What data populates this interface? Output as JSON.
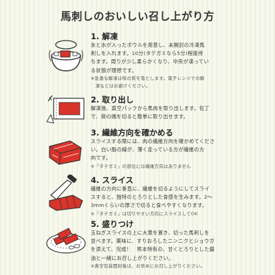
{
  "title": "馬刺しのおいしい召し上がり方",
  "colors": {
    "accent": "#d9342b",
    "ink": "#333333",
    "background": "#f7f7ec"
  },
  "steps": [
    {
      "title": "1. 解凍",
      "icon": "bowl-thaw-icon",
      "lines": [
        "氷と水が入ったボウルを用意し、未開封の冷凍馬",
        "刺しを入れます。10分(タテガミなら5分)程度待",
        "ちます。周りが少し柔らかくなり、中央が凍ってい",
        "る状態が理想です。"
      ],
      "notes": [
        "※急激な解凍は味の質を落とします。電子レンジでの解",
        "　凍などはお避けください。"
      ]
    },
    {
      "title": "2. 取り出し",
      "icon": "open-package-icon",
      "lines": [
        "解凍後、真空パックから馬肉を取り出します。包丁",
        "で、袋の端を切ると簡単に取り出せます。"
      ],
      "notes": []
    },
    {
      "title": "3. 繊維方向を確かめる",
      "icon": "meat-block-icon",
      "lines": [
        "スライスする際には、肉の繊維方向を確かめてくださ",
        "い。白い脂の線が、薄く走っている方が繊維の方",
        "向です。"
      ],
      "notes": [
        "※「タテガミ」の部位には繊維方向はありません"
      ]
    },
    {
      "title": "4. スライス",
      "icon": "knife-slice-icon",
      "lines": [
        "繊維の方向に垂直に、繊維を切るようにしてスライ",
        "スすると、独特のとろりとした食感を生みます。2～",
        "3mmくらいの厚さで切ると食べやすくなります。"
      ],
      "notes": [
        "※「タテガミ」は切りやすい方向にスライスしてOK"
      ]
    },
    {
      "title": "5. 盛りつけ",
      "icon": "plated-sashimi-icon",
      "lines": [
        "玉ねぎスライスの上に大葉を置き、切った馬刺しを",
        "並べます。薬味に、すりおろしたニンニクとショウガ",
        "を添えて、完成！　熊本特有の、甘くとろりとした醤",
        "油と一緒にお召し上がりください。"
      ],
      "notes": [
        "※真空包装開封後は、お早めにお召し上がりください。"
      ]
    }
  ]
}
